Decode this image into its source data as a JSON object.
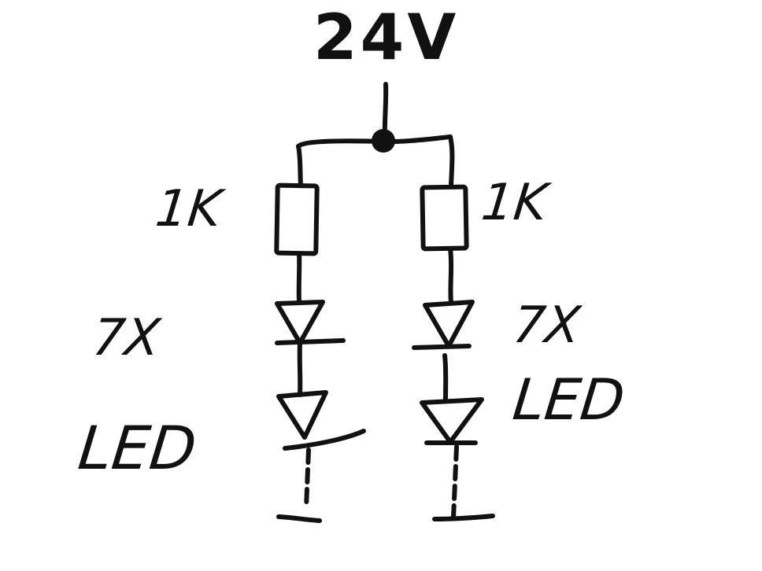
{
  "supply": {
    "label": "24V"
  },
  "branches": [
    {
      "id": "left",
      "resistor_label": "1K",
      "led_count_label": "7X",
      "led_label": "LED"
    },
    {
      "id": "right",
      "resistor_label": "1K",
      "led_count_label": "7X",
      "led_label": "LED"
    }
  ]
}
